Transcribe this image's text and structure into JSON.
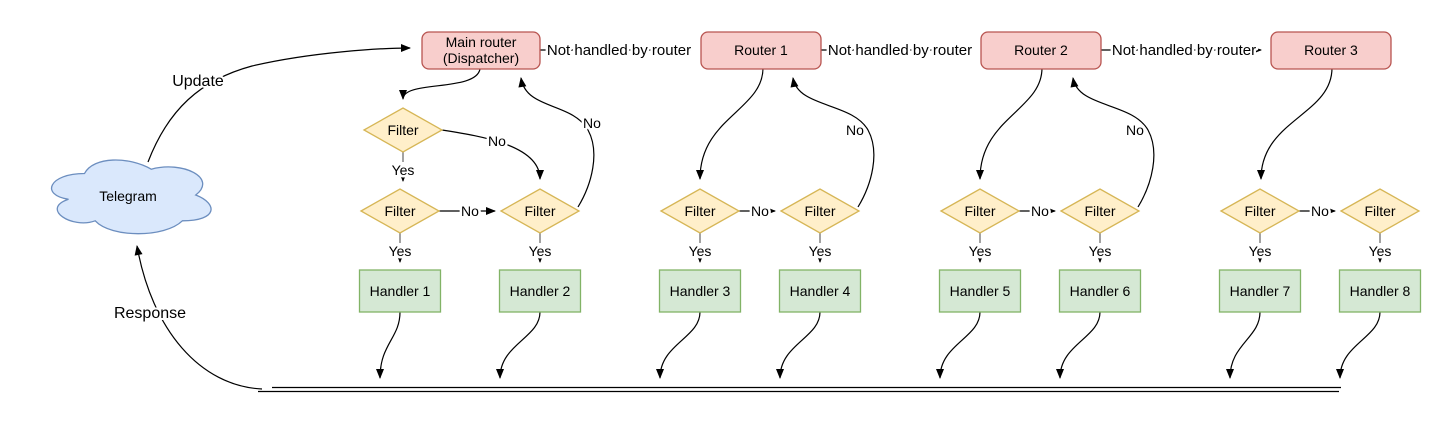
{
  "colors": {
    "background": "#ffffff",
    "router_fill": "#f8cecc",
    "router_stroke": "#b85450",
    "filter_fill": "#ffefca",
    "filter_stroke": "#d6b656",
    "handler_fill": "#d5e8d4",
    "handler_stroke": "#82b366",
    "cloud_fill": "#dae8fc",
    "cloud_stroke": "#6c8ebf",
    "edge": "#000000",
    "stub": "#8c8c8c"
  },
  "cloud": {
    "label": "Telegram"
  },
  "routers": [
    {
      "label": "Main router",
      "sublabel": "(Dispatcher)"
    },
    {
      "label": "Router 1"
    },
    {
      "label": "Router 2"
    },
    {
      "label": "Router 3"
    }
  ],
  "filter_label": "Filter",
  "handlers": [
    {
      "label": "Handler 1"
    },
    {
      "label": "Handler 2"
    },
    {
      "label": "Handler 3"
    },
    {
      "label": "Handler 4"
    },
    {
      "label": "Handler 5"
    },
    {
      "label": "Handler 6"
    },
    {
      "label": "Handler 7"
    },
    {
      "label": "Handler 8"
    }
  ],
  "edge_labels": {
    "update": "Update",
    "response": "Response",
    "not_handled": "Not handled by router",
    "yes": "Yes",
    "no": "No"
  }
}
